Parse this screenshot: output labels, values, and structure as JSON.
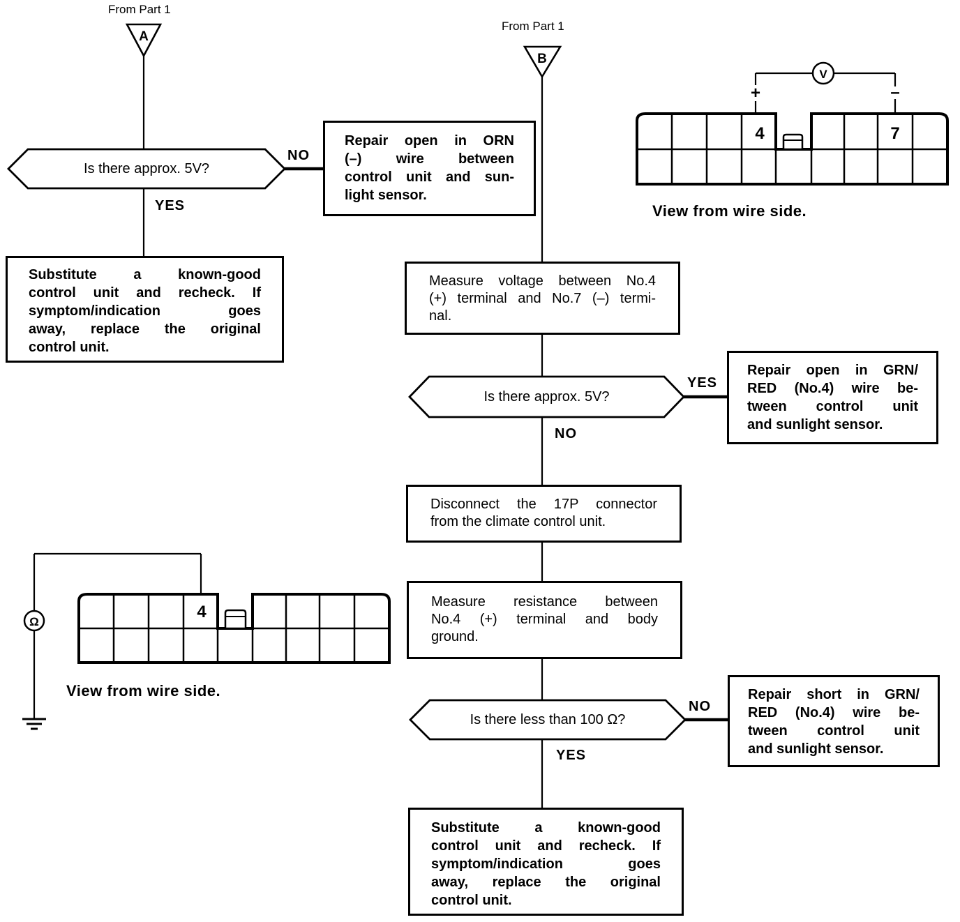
{
  "page": {
    "background": "#ffffff",
    "ink": "#000000"
  },
  "flow_a": {
    "source_label": "From Part 1",
    "connector_letter": "A",
    "decision_5v": "Is there approx. 5V?",
    "no_label": "NO",
    "yes_label": "YES",
    "repair_orn_box": [
      "Repair open in ORN",
      "(–) wire between",
      "control unit and sun-",
      "light sensor."
    ],
    "substitute_box": [
      "Substitute a known-good",
      "control unit and recheck. If",
      "symptom/indication goes",
      "away, replace the original",
      "control unit."
    ]
  },
  "flow_b": {
    "source_label": "From Part 1",
    "connector_letter": "B",
    "measure_voltage_box": [
      "Measure voltage between No.4",
      "(+) terminal and No.7 (–) termi-",
      "nal."
    ],
    "decision_5v": "Is there approx. 5V?",
    "yes_label_1": "YES",
    "no_label_1": "NO",
    "repair_open_grn_box": [
      "Repair open in GRN/",
      "RED (No.4) wire be-",
      "tween control unit",
      "and sunlight sensor."
    ],
    "disconnect_box": [
      "Disconnect the 17P connector",
      "from the climate control unit."
    ],
    "measure_resistance_box": [
      "Measure resistance between",
      "No.4 (+) terminal and body",
      "ground."
    ],
    "decision_100ohm": "Is there less than 100 Ω?",
    "no_label_2": "NO",
    "yes_label_2": "YES",
    "repair_short_grn_box": [
      "Repair short in GRN/",
      "RED (No.4) wire be-",
      "tween control unit",
      "and sunlight sensor."
    ],
    "substitute_box": [
      "Substitute a known-good",
      "control unit and recheck. If",
      "symptom/indication goes",
      "away, replace the original",
      "control unit."
    ]
  },
  "voltage_diagram": {
    "meter_label": "V",
    "plus_label": "+",
    "minus_label": "–",
    "terminal_4": "4",
    "terminal_7": "7",
    "caption": "View from wire side."
  },
  "resistance_diagram": {
    "meter_label": "Ω",
    "terminal_4": "4",
    "caption": "View from wire side."
  }
}
